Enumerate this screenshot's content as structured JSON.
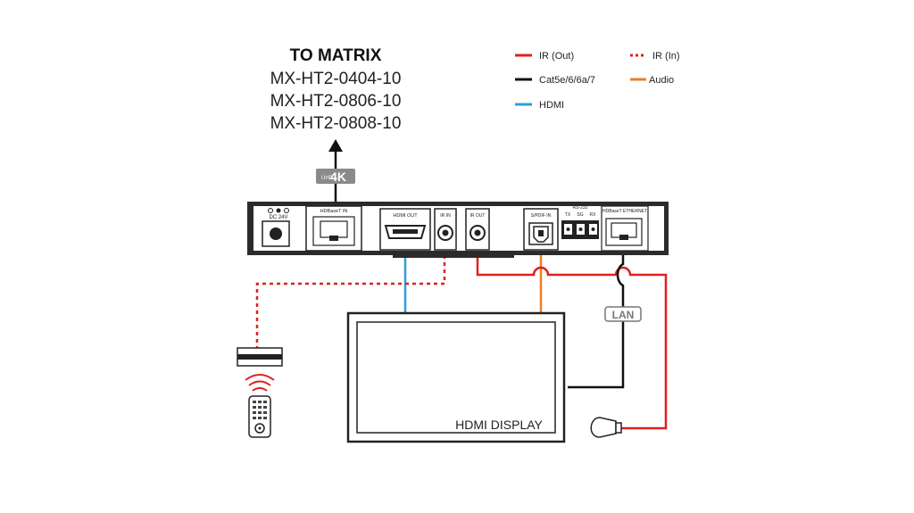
{
  "matrix": {
    "heading": "TO MATRIX",
    "models": [
      "MX-HT2-0404-10",
      "MX-HT2-0806-10",
      "MX-HT2-0808-10"
    ]
  },
  "badge": {
    "prefix": "UHD",
    "text": "4K"
  },
  "legend": {
    "ir_out": "IR (Out)",
    "ir_in": "IR (In)",
    "cat": "Cat5e/6/6a/7",
    "audio": "Audio",
    "hdmi": "HDMI"
  },
  "device": {
    "dc": "DC 24V",
    "hdbaset_in": "HDBaseT IN",
    "hdmi_out": "HDMI OUT",
    "ir_in": "IR IN",
    "ir_out": "IR OUT",
    "spdif": "S/PDIF IN",
    "rs232": "RS-232",
    "rs232_pins": [
      "TX",
      "SG",
      "RX"
    ],
    "hdbaset_eth": "HDBaseT ETHERNET"
  },
  "lan_label": "LAN",
  "display_label": "HDMI DISPLAY",
  "colors": {
    "ir_out": "#e0201e",
    "ir_in": "#e0201e",
    "cat": "#111111",
    "audio": "#ef7d22",
    "hdmi": "#2d9fd8"
  }
}
